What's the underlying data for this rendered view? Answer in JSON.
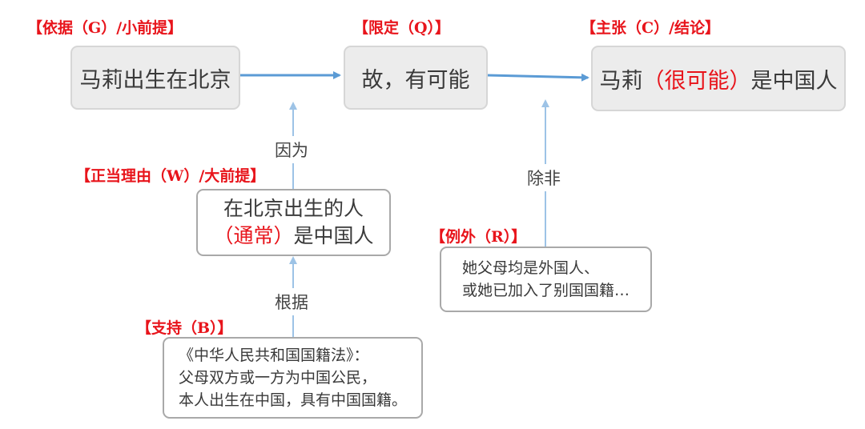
{
  "tags": {
    "data": "【依据（G）/小前提】",
    "qualifier": "【限定（Q）】",
    "claim": "【主张（C）/结论】",
    "warrant": "【正当理由（W）/大前提】",
    "rebuttal": "【例外（R）】",
    "backing": "【支持（B）】"
  },
  "boxes": {
    "data": "马莉出生在北京",
    "qualifier": "故，有可能",
    "claim_before": "马莉",
    "claim_hedge": "（很可能）",
    "claim_after": "是中国人",
    "warrant_line1": "在北京出生的人",
    "warrant_hedge": "（通常）",
    "warrant_line2_rest": "是中国人",
    "rebuttal_line1": "她父母均是外国人、",
    "rebuttal_line2": "或她已加入了别国国籍…",
    "backing_line1": "《中华人民共和国国籍法》：",
    "backing_line2": "父母双方或一方为中国公民，",
    "backing_line3": "本人出生在中国，具有中国国籍。"
  },
  "connectors": {
    "because": "因为",
    "unless": "除非",
    "based_on": "根据"
  },
  "colors": {
    "arrow": "#5b9bd5",
    "arrow_light": "#9dc3e6",
    "tag_red": "#e8141b",
    "box_fill": "#ececec"
  }
}
